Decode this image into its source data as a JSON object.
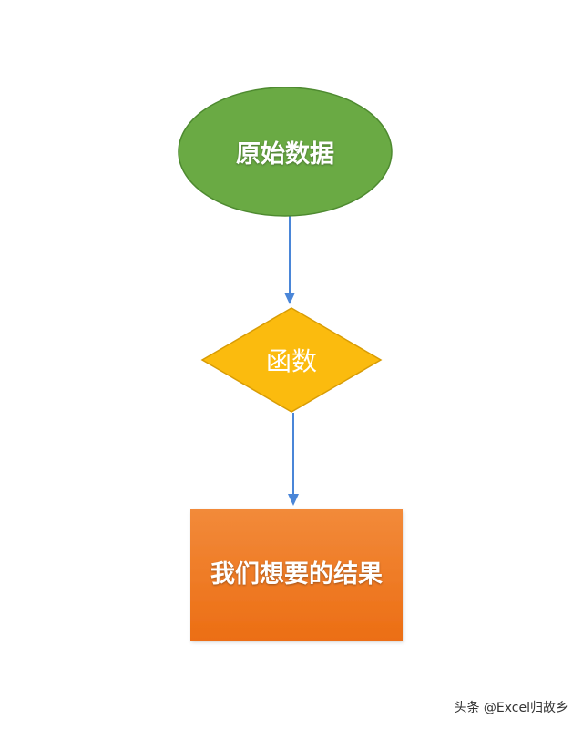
{
  "nodes": {
    "start": {
      "label": "原始数据",
      "shape": "ellipse",
      "fill": "#6aaa44",
      "stroke": "#4e8a30"
    },
    "process": {
      "label": "函数",
      "shape": "diamond",
      "fill": "#fbbb0e",
      "stroke": "#d89c05"
    },
    "result": {
      "label": "我们想要的结果",
      "shape": "rectangle",
      "fill_top": "#f28a3a",
      "fill_bottom": "#ec6e14"
    }
  },
  "edges": [
    {
      "from": "start",
      "to": "process",
      "color": "#4a86d8"
    },
    {
      "from": "process",
      "to": "result",
      "color": "#4a86d8"
    }
  ],
  "watermark": "头条 @Excel归故乡"
}
